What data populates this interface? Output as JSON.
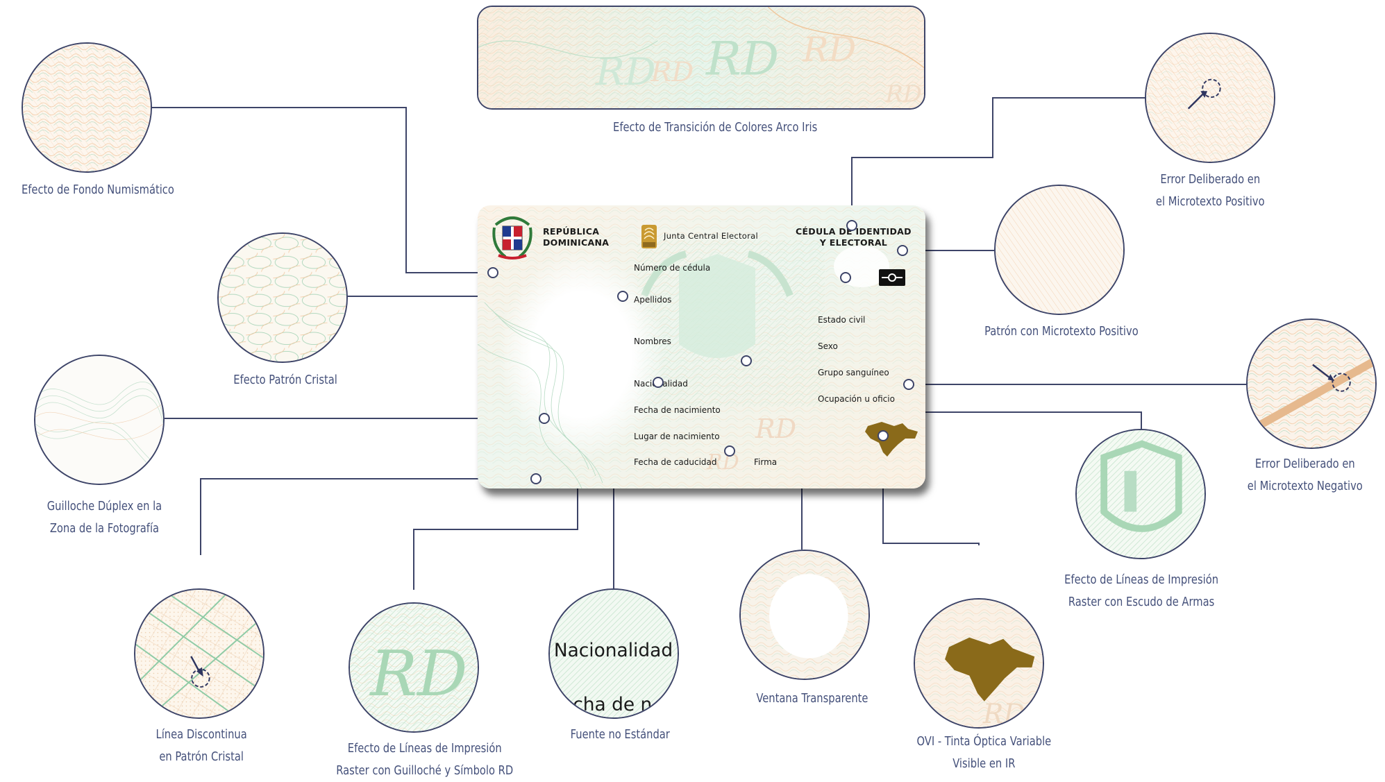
{
  "card": {
    "country_line1": "REPÚBLICA",
    "country_line2": "DOMINICANA",
    "authority": "Junta Central Electoral",
    "doc_title_line1": "CÉDULA DE IDENTIDAD",
    "doc_title_line2": "Y ELECTORAL",
    "fields_left": [
      "Número de cédula",
      "Apellidos",
      "Nombres",
      "Nacionalidad",
      "Fecha de nacimiento",
      "Lugar de nacimiento",
      "Fecha de caducidad"
    ],
    "fields_right": [
      "Estado civil",
      "Sexo",
      "Grupo sanguíneo",
      "Ocupación u oficio"
    ],
    "signature_label": "Firma"
  },
  "features": {
    "banner": "Efecto de Transición de Colores Arco Iris",
    "numismatic": "Efecto de Fondo Numismático",
    "cristal": "Efecto Patrón Cristal",
    "guilloche_duplex": [
      "Guilloche Dúplex en la",
      "Zona de la Fotografía"
    ],
    "linea_discontinua": [
      "Línea Discontinua",
      "en Patrón Cristal"
    ],
    "raster_rd": [
      "Efecto de Líneas de Impresión",
      "Raster con Guilloché y Símbolo RD"
    ],
    "fuente": "Fuente no Estándar",
    "ventana": "Ventana Transparente",
    "ovi": [
      "OVI - Tinta Óptica Variable",
      "Visible en IR"
    ],
    "raster_escudo": [
      "Efecto de Líneas de Impresión",
      "Raster con Escudo de Armas"
    ],
    "error_negativo": [
      "Error Deliberado en",
      "el Microtexto Negativo"
    ],
    "error_positivo": [
      "Error Deliberado en",
      "el Microtexto Positivo"
    ],
    "microtexto_positivo": "Patrón con Microtexto Positivo"
  },
  "zoom_texts": {
    "fuente_word": "Nacionalidad",
    "fuente_word2": "cha de n"
  },
  "colors": {
    "outline": "#3d4468",
    "label": "#44507a",
    "ovi_gold": "#8a6a1a",
    "guilloche_green": "#9cd1b0",
    "guilloche_orange": "#f0c9a0"
  }
}
